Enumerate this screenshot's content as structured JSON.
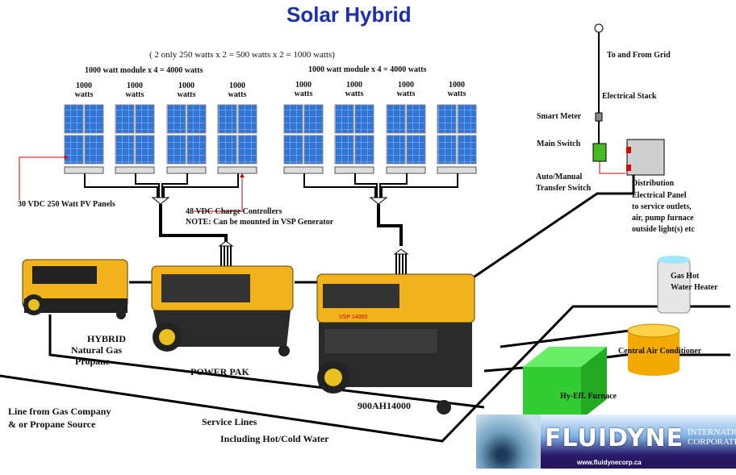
{
  "title": "Solar Hybrid",
  "panel_note": "( 2 only 250 watts  x 2 = 500 watts x 2 = 1000 watts)",
  "array_left_label": "1000 watt module x 4 = 4000 watts",
  "array_right_label": "1000 watt module x 4 = 4000 watts",
  "module_labels": [
    {
      "watts": "1000",
      "unit": "watts"
    },
    {
      "watts": "1000",
      "unit": "watts"
    },
    {
      "watts": "1000",
      "unit": "watts"
    },
    {
      "watts": "1000",
      "unit": "watts"
    },
    {
      "watts": "1000",
      "unit": "watts"
    },
    {
      "watts": "1000",
      "unit": "watts"
    },
    {
      "watts": "1000",
      "unit": "watts"
    },
    {
      "watts": "1000",
      "unit": "watts"
    }
  ],
  "labels": {
    "pv_panels": "30 VDC 250 Watt PV Panels",
    "charge_controllers": "48 VDC Charge Controllers",
    "charge_note": "NOTE: Can be mounted in VSP Generator",
    "grid": "To and From Grid",
    "electrical_stack": "Electrical Stack",
    "smart_meter": "Smart Meter",
    "main_switch": "Main Switch",
    "transfer_switch_1": "Auto/Manual",
    "transfer_switch_2": "Transfer Switch",
    "dist_1": "Distribution",
    "dist_2": "Electrical Panel",
    "dist_3": "to service outlets,",
    "dist_4": "air, pump furnace",
    "dist_5": "outside light(s) etc",
    "hybrid_1": "HYBRID",
    "hybrid_2": "Natural Gas",
    "hybrid_3": "Propane",
    "power_pak": "POWER PAK",
    "vsp": "900AH14000",
    "vsp_badge": "VSP 14000",
    "gas_line_1": "Line from Gas Company",
    "gas_line_2": "& or Propane Source",
    "service_1": "Service Lines",
    "service_2": "Including Hot/Cold Water",
    "water_heater_1": "Gas Hot",
    "water_heater_2": "Water Heater",
    "ac": "Central Air Conditioner",
    "furnace": "Hy-Eff. Furnace"
  },
  "logo": {
    "brand": "FLUIDYNE",
    "corp_1": "INTERNATIONAL",
    "corp_2": "CORPORATION",
    "url": "www.fluidynecorp.ca"
  },
  "colors": {
    "title": "#1d2fb0",
    "panel": "#2a6fd0",
    "generator": "#f2b21c",
    "furnace": "#33cc33"
  }
}
